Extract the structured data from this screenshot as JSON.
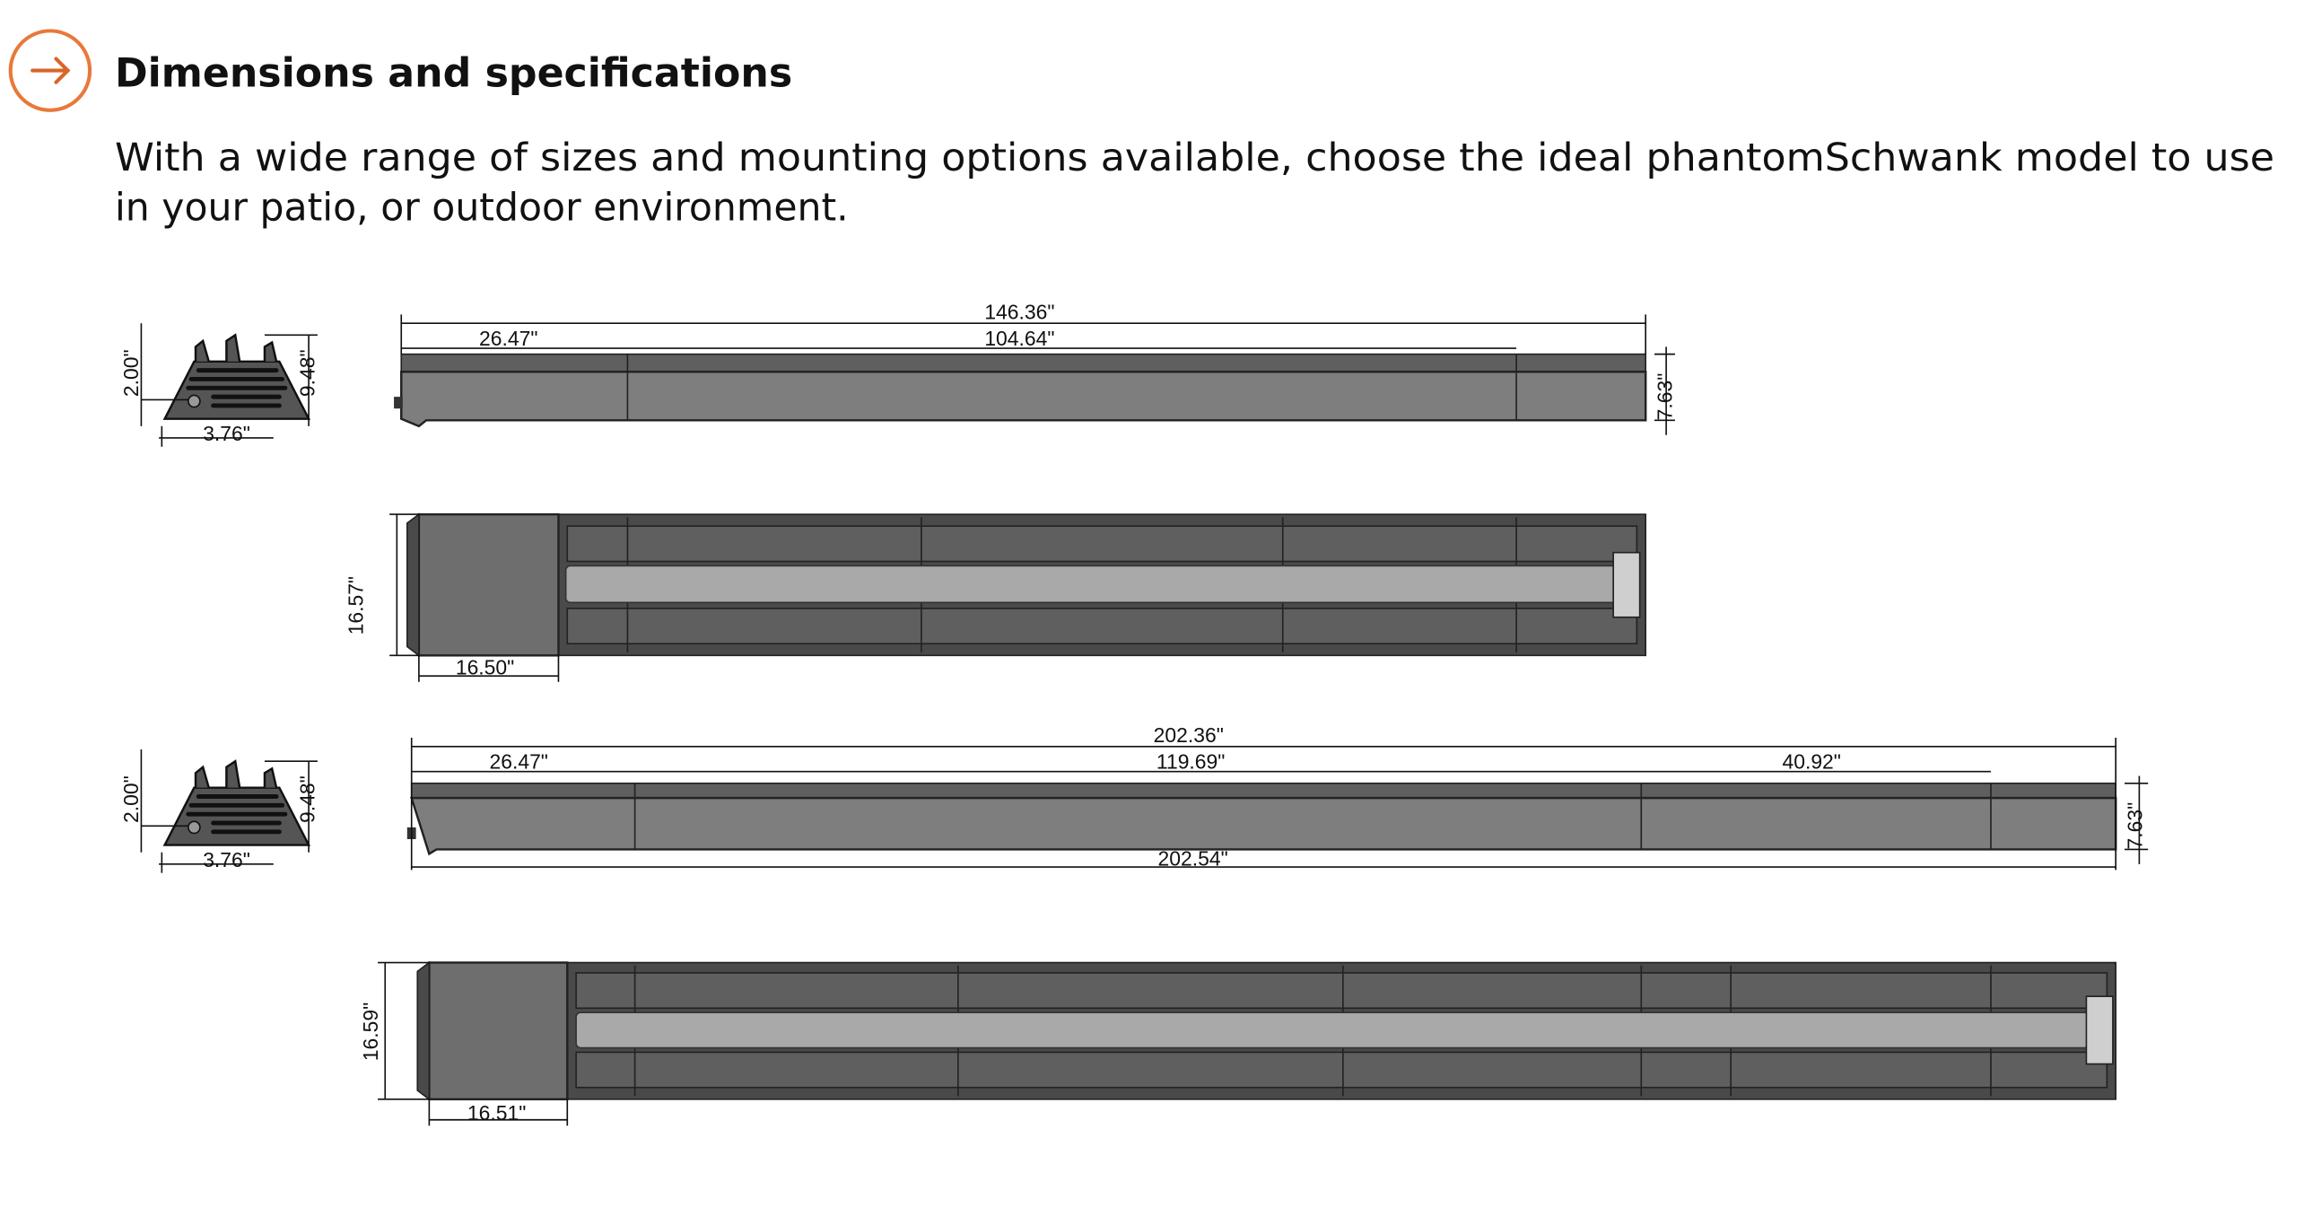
{
  "header": {
    "icon": "arrow-right-circle-icon",
    "accent_color": "#E8793A",
    "title": "Dimensions and specifications",
    "description_line1": "With a wide range of sizes and mounting options available, choose the ideal phantomSchwank model to use",
    "description_line2": "in your patio, or outdoor environment."
  },
  "model_1": {
    "end_view": {
      "height_offset": "2.00\"",
      "height": "9.48\"",
      "width_offset": "3.76\""
    },
    "side_view": {
      "overall_length": "146.36\"",
      "box_length": "26.47\"",
      "mount_spacing": "104.64\"",
      "height": "7.63\""
    },
    "top_view": {
      "depth": "16.57\"",
      "box_width": "16.50\""
    }
  },
  "model_2": {
    "end_view": {
      "height_offset": "2.00\"",
      "height": "9.48\"",
      "width_offset": "3.76\""
    },
    "side_view": {
      "overall_length": "202.36\"",
      "box_length": "26.47\"",
      "mount_spacing": "119.69\"",
      "end_spacing": "40.92\"",
      "total_length": "202.54\"",
      "height": "7.63\""
    },
    "top_view": {
      "depth": "16.59\"",
      "box_width": "16.51\""
    }
  }
}
